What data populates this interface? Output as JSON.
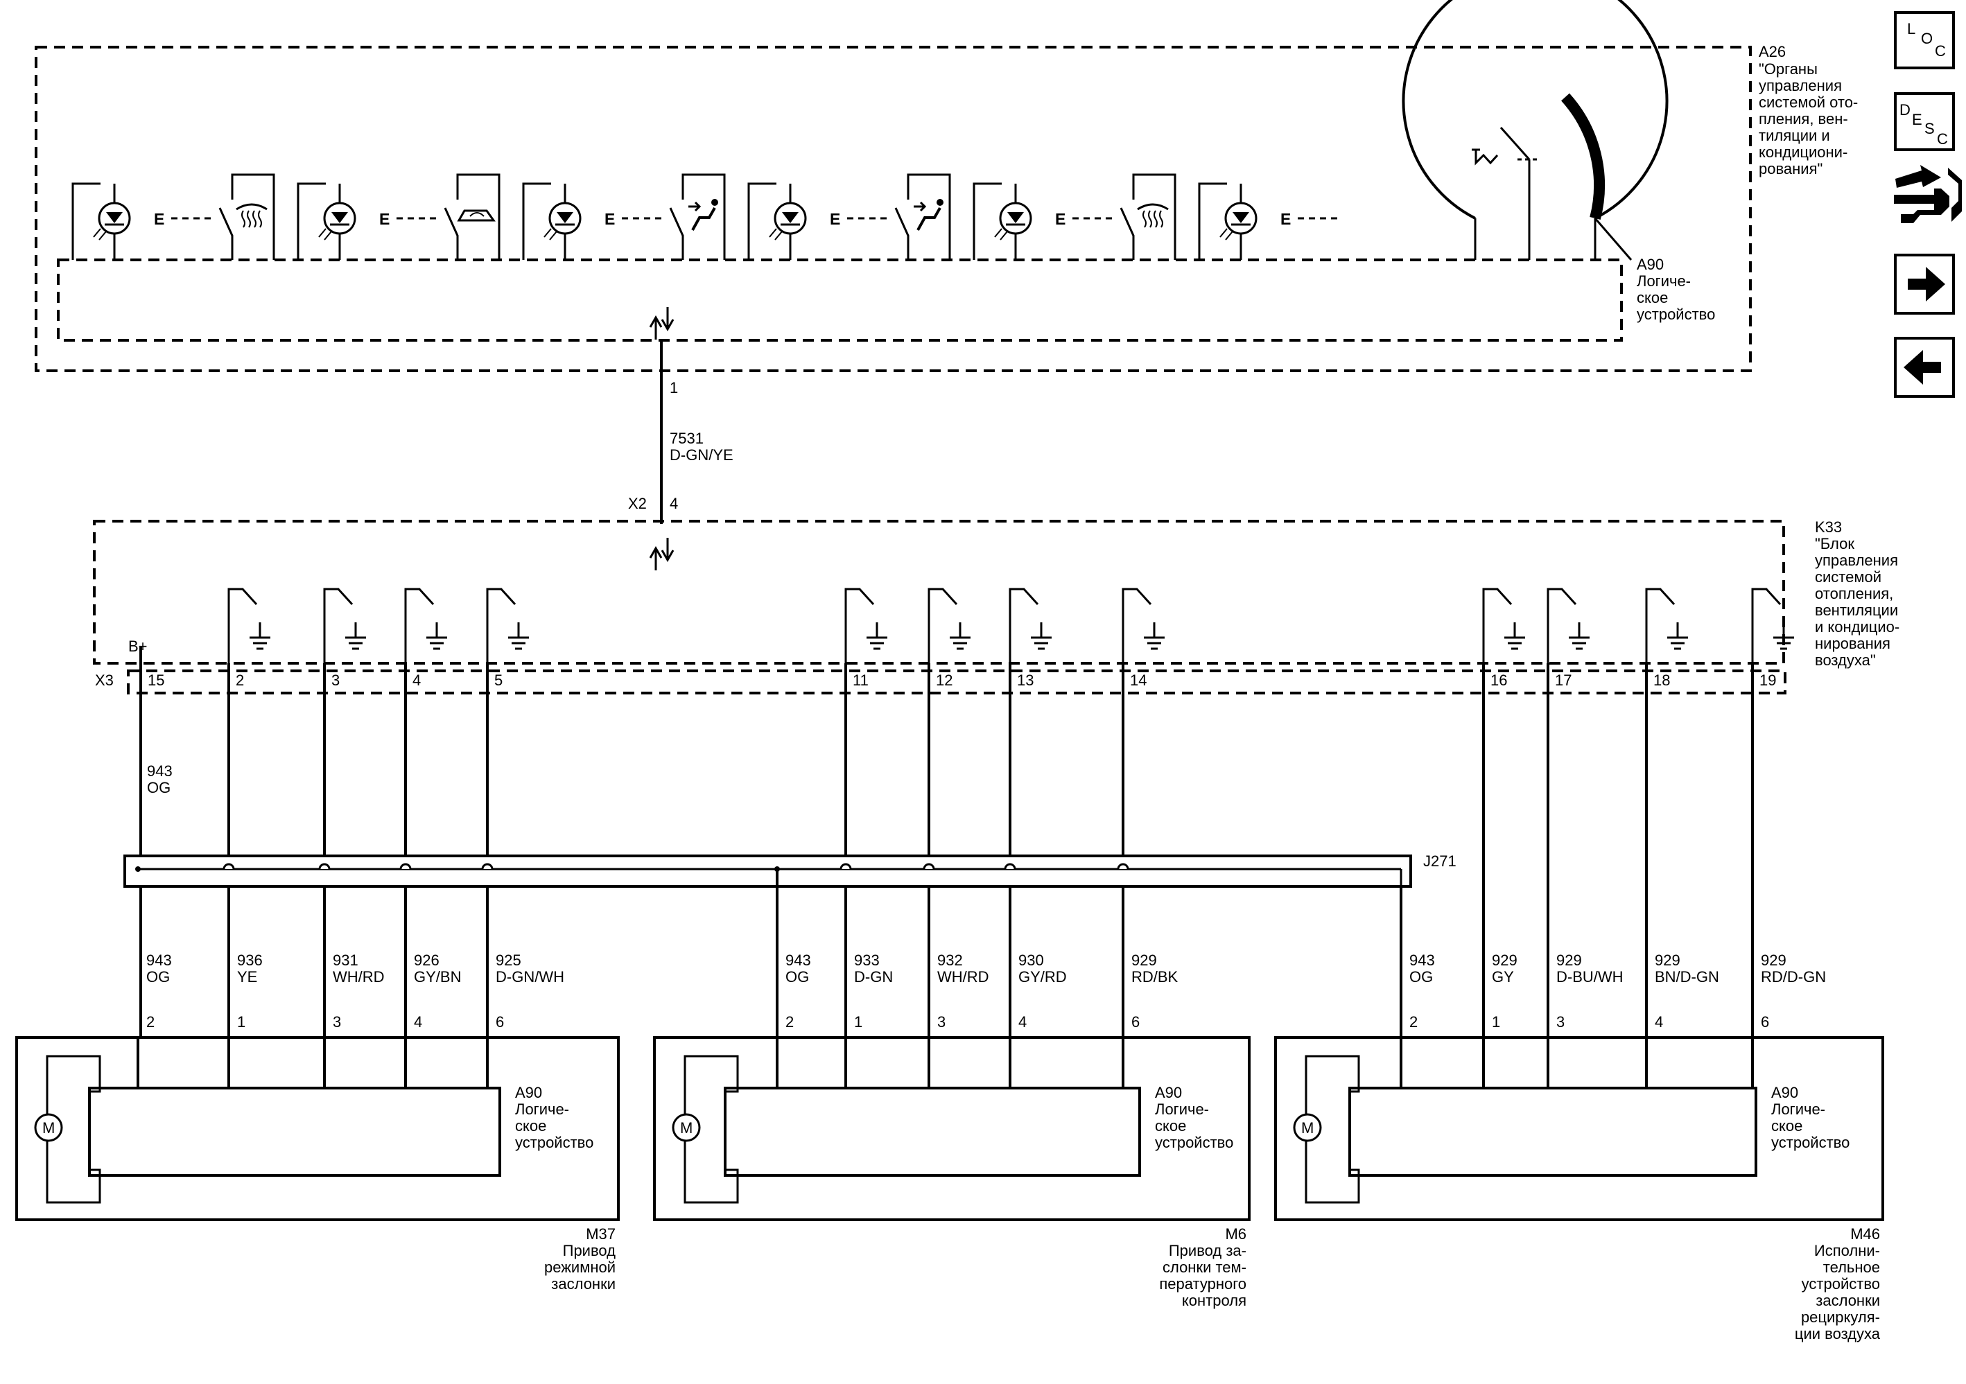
{
  "components": {
    "a26": {
      "ref": "A26",
      "lines": [
        "\"Органы",
        "управления",
        "системой ото-",
        "пления, вен-",
        "тиляции и",
        "кондициони-",
        "рования\""
      ]
    },
    "a90_top": {
      "ref": "A90",
      "lines": [
        "Логиче-",
        "ское",
        "устройство"
      ]
    },
    "k33": {
      "ref": "K33",
      "lines": [
        "\"Блок",
        "управления",
        "системой",
        "отопления,",
        "вентиляции",
        "и кондицио-",
        "нирования",
        "воздуха\""
      ]
    },
    "m37": {
      "ref": "M37",
      "lines": [
        "Привод",
        "режимной",
        "заслонки"
      ]
    },
    "m6": {
      "ref": "M6",
      "lines": [
        "Привод за-",
        "слонки тем-",
        "пературного",
        "контроля"
      ]
    },
    "m46": {
      "ref": "M46",
      "lines": [
        "Исполни-",
        "тельное",
        "устройство",
        "заслонки",
        "рециркуля-",
        "ции воздуха"
      ]
    },
    "a90_logic": {
      "ref": "A90",
      "lines": [
        "Логиче-",
        "ское",
        "устройство"
      ]
    },
    "motor_symbol": "M"
  },
  "bus": {
    "pin_top": "1",
    "circuit": "7531",
    "color": "D-GN/YE",
    "connector": "X2",
    "pin_bottom": "4"
  },
  "k33_connector": {
    "name": "X3",
    "bplus": "B+",
    "pins": [
      "15",
      "2",
      "3",
      "4",
      "5",
      "11",
      "12",
      "13",
      "14",
      "16",
      "17",
      "18",
      "19"
    ]
  },
  "upper_wire": {
    "circuit": "943",
    "color": "OG"
  },
  "splice": "J271",
  "actuators": [
    {
      "wires": [
        {
          "c": "943",
          "col": "OG",
          "pin": "2"
        },
        {
          "c": "936",
          "col": "YE",
          "pin": "1"
        },
        {
          "c": "931",
          "col": "WH/RD",
          "pin": "3"
        },
        {
          "c": "926",
          "col": "GY/BN",
          "pin": "4"
        },
        {
          "c": "925",
          "col": "D-GN/WH",
          "pin": "6"
        }
      ]
    },
    {
      "wires": [
        {
          "c": "943",
          "col": "OG",
          "pin": "2"
        },
        {
          "c": "933",
          "col": "D-GN",
          "pin": "1"
        },
        {
          "c": "932",
          "col": "WH/RD",
          "pin": "3"
        },
        {
          "c": "930",
          "col": "GY/RD",
          "pin": "4"
        },
        {
          "c": "929",
          "col": "RD/BK",
          "pin": "6"
        }
      ]
    },
    {
      "wires": [
        {
          "c": "943",
          "col": "OG",
          "pin": "2"
        },
        {
          "c": "929",
          "col": "GY",
          "pin": "1"
        },
        {
          "c": "929",
          "col": "D-BU/WH",
          "pin": "3"
        },
        {
          "c": "929",
          "col": "BN/D-GN",
          "pin": "4"
        },
        {
          "c": "929",
          "col": "RD/D-GN",
          "pin": "6"
        }
      ]
    }
  ],
  "nav": {
    "loc": [
      "L",
      "O",
      "C"
    ],
    "desc": [
      "D",
      "E",
      "S",
      "C"
    ]
  },
  "switch_marker": "E"
}
